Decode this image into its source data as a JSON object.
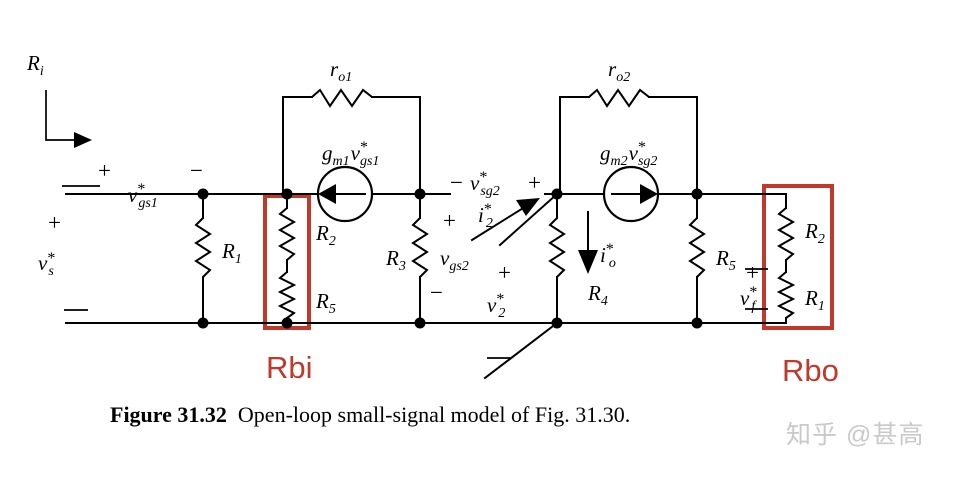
{
  "figure": {
    "caption_label": "Figure 31.32",
    "caption_text": "Open-loop small-signal model of Fig. 31.30.",
    "watermark": "知乎 @甚高"
  },
  "annotations": {
    "input_resistance": {
      "base": "R",
      "sub": "i"
    },
    "highlight_input": "Rbi",
    "highlight_output": "Rbo",
    "accent_color": "#c0392b",
    "wire_color": "#000000"
  },
  "sources": {
    "input_source": {
      "base": "v",
      "sub": "s",
      "star": "*",
      "plus": "+",
      "minus": "−"
    },
    "vgs1": {
      "base": "v",
      "sub": "gs1",
      "star": "*",
      "plus": "+",
      "minus": "−"
    },
    "vsg2": {
      "base": "v",
      "sub": "sg2",
      "star": "*",
      "plus": "+",
      "minus": "−"
    },
    "vgs2": {
      "base": "v",
      "sub": "gs2",
      "star": "",
      "plus": "+",
      "minus": "−"
    },
    "v2": {
      "base": "v",
      "sub": "2",
      "star": "*",
      "plus": "+",
      "minus": "−"
    },
    "vf": {
      "base": "v",
      "sub": "f",
      "star": "*",
      "plus": "+",
      "minus": "−"
    },
    "dependent1": {
      "g": "g",
      "gsub": "m1",
      "v": "v",
      "vsub": "gs1",
      "star": "*",
      "direction": "left"
    },
    "dependent2": {
      "g": "g",
      "gsub": "m2",
      "v": "v",
      "vsub": "sg2",
      "star": "*",
      "direction": "right"
    }
  },
  "currents": {
    "i2": {
      "base": "i",
      "sub": "2",
      "star": "*",
      "direction": "up-right"
    },
    "io": {
      "base": "i",
      "sub": "o",
      "star": "*",
      "direction": "down"
    }
  },
  "resistors": {
    "r1_left": {
      "base": "R",
      "sub": "1"
    },
    "r2_left": {
      "base": "R",
      "sub": "2"
    },
    "r5_left": {
      "base": "R",
      "sub": "5"
    },
    "r3_mid": {
      "base": "R",
      "sub": "3"
    },
    "r4_mid": {
      "base": "R",
      "sub": "4"
    },
    "r5_right": {
      "base": "R",
      "sub": "5"
    },
    "r2_right": {
      "base": "R",
      "sub": "2"
    },
    "r1_right": {
      "base": "R",
      "sub": "1"
    },
    "ro1": {
      "base": "r",
      "sub": "o1"
    },
    "ro2": {
      "base": "r",
      "sub": "o2"
    }
  }
}
